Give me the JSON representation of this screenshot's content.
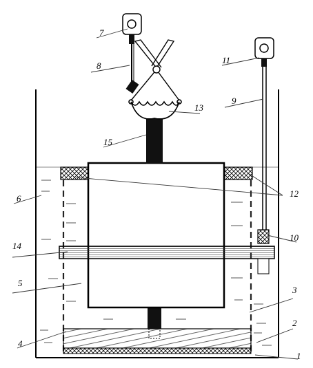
{
  "diagram": {
    "labels": {
      "l1": "1",
      "l2": "2",
      "l3": "3",
      "l4": "4",
      "l5": "5",
      "l6": "6",
      "l7": "7",
      "l8": "8",
      "l9": "9",
      "l10": "10",
      "l11": "11",
      "l12": "12",
      "l13": "13",
      "l14": "14",
      "l15": "15"
    },
    "colors": {
      "ink": "#000000",
      "water_line": "#555555",
      "mesh": "#444444"
    }
  }
}
